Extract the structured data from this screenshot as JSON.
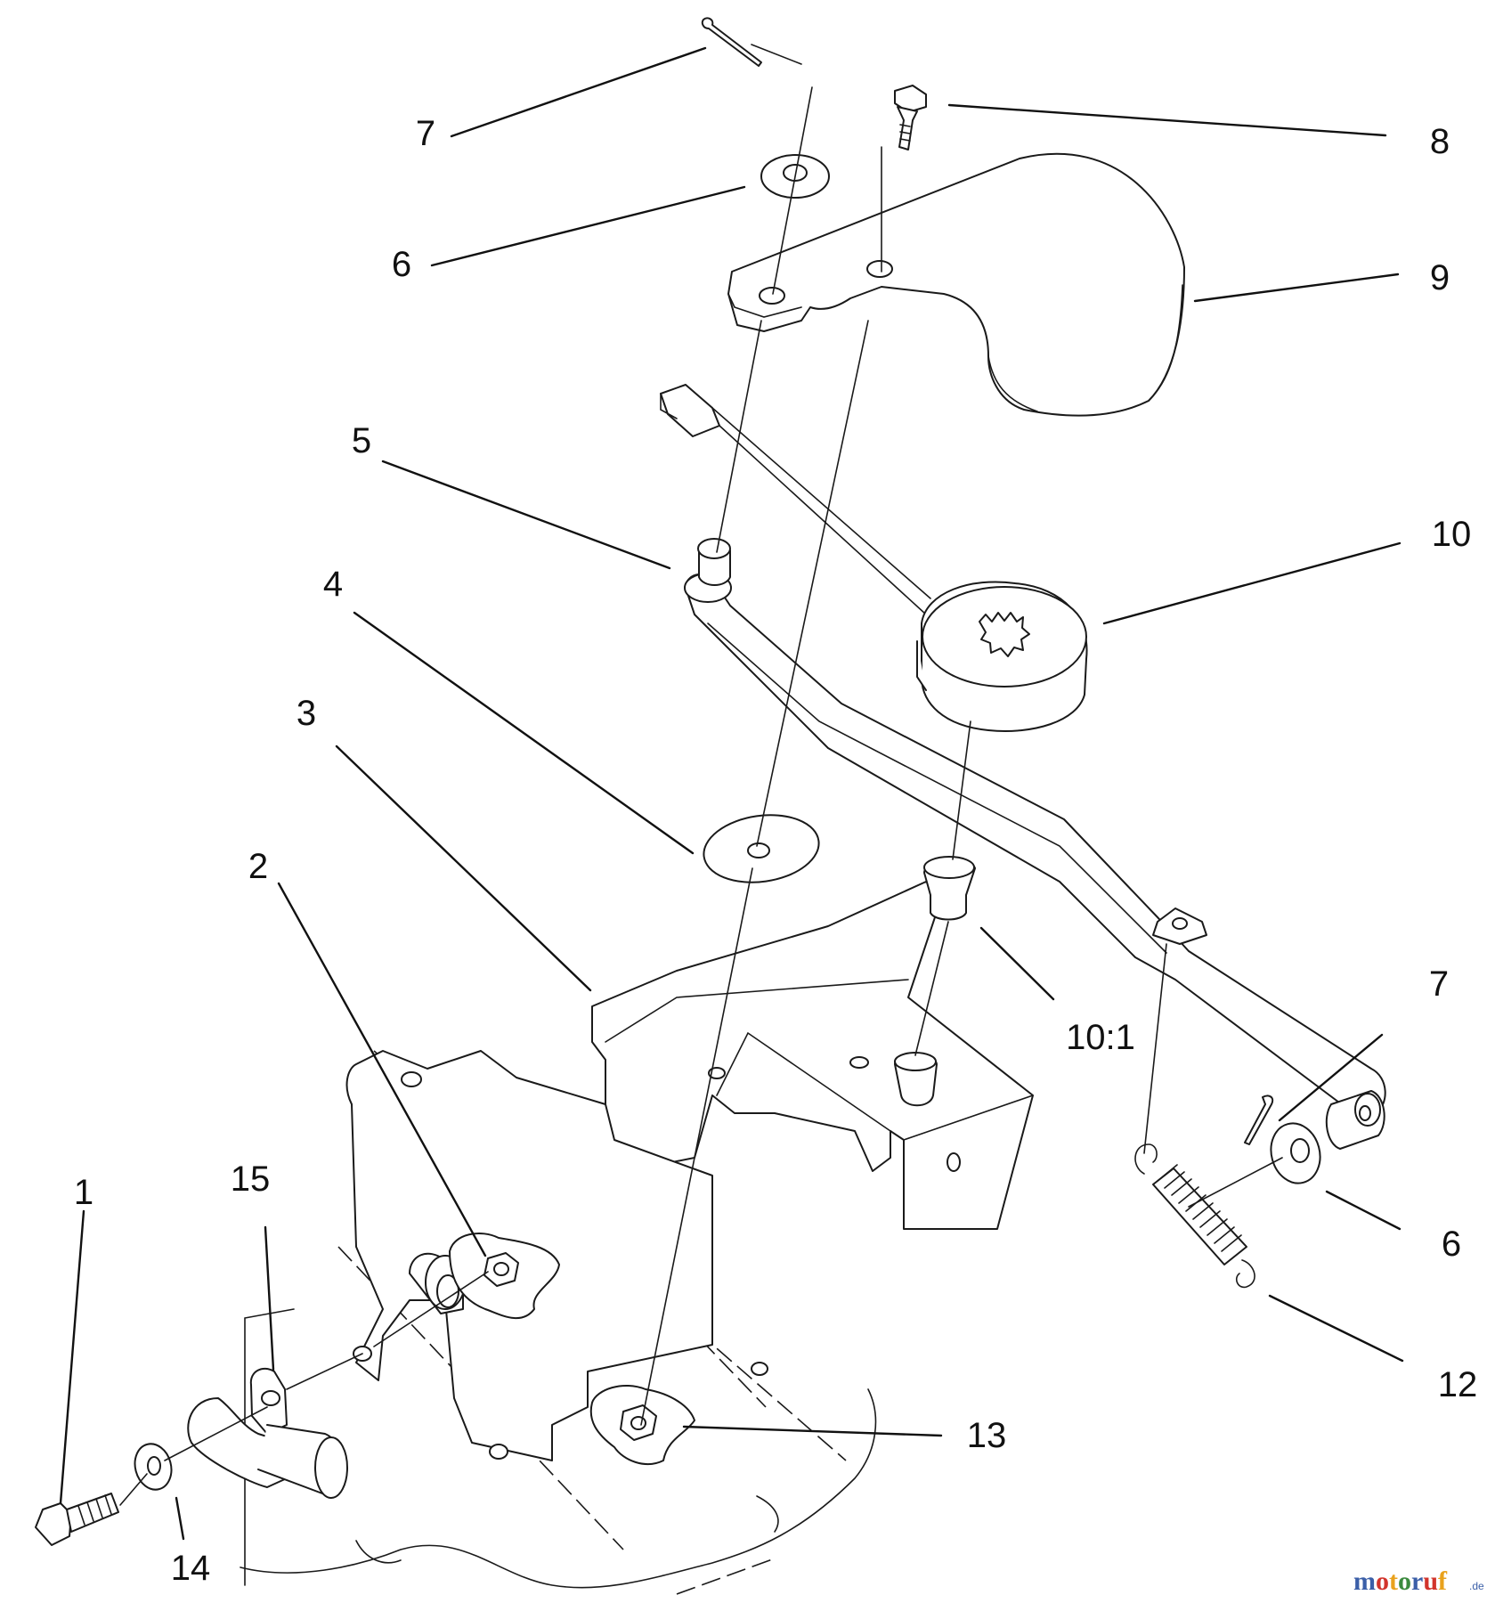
{
  "callouts": {
    "c1": "1",
    "c2": "2",
    "c3": "3",
    "c4": "4",
    "c5": "5",
    "c6_top": "6",
    "c6_right": "6",
    "c7_top": "7",
    "c7_right": "7",
    "c8": "8",
    "c9": "9",
    "c10": "10",
    "c10_1": "10:1",
    "c12": "12",
    "c13": "13",
    "c14": "14",
    "c15": "15"
  },
  "watermark": {
    "name": "motoruf",
    "suffix": ".de",
    "colors": [
      "#3b5fa8",
      "#d2342c",
      "#e9a21d",
      "#3b8a3e"
    ]
  }
}
